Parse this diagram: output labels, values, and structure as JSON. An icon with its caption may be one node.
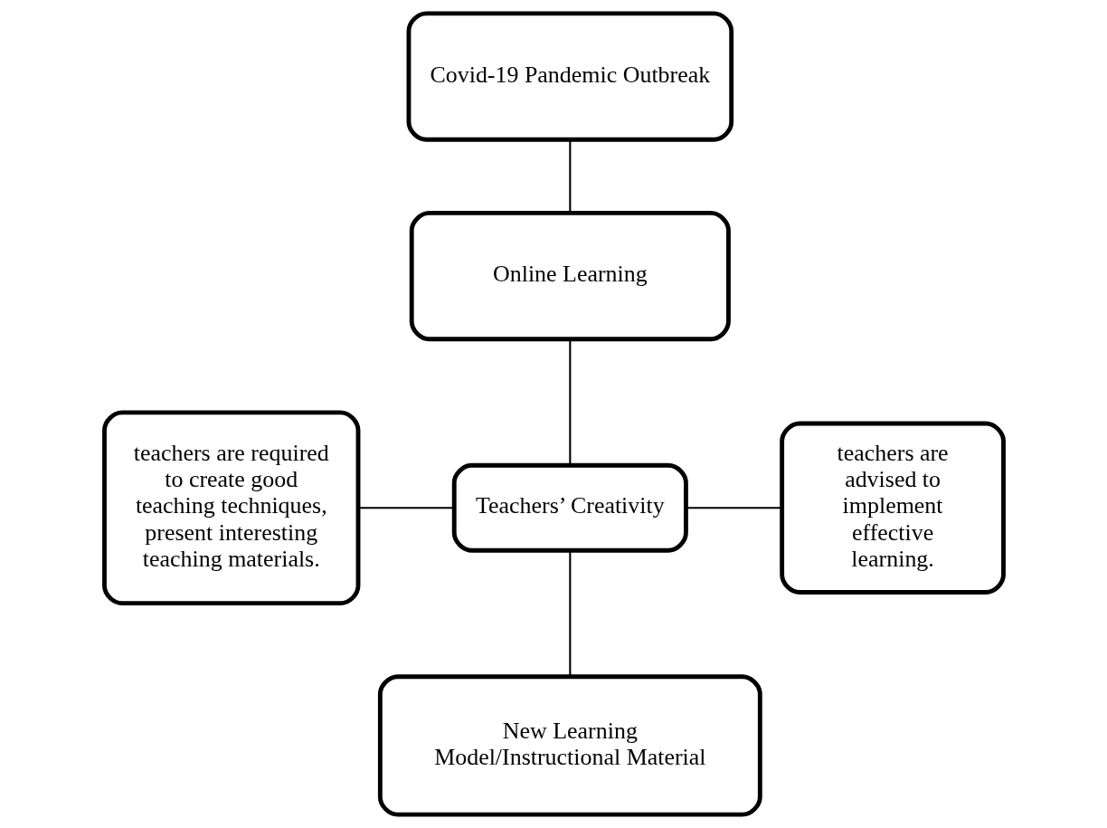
{
  "diagram": {
    "nodes": [
      {
        "text": [
          "Covid-19 Pandemic Outbreak"
        ]
      },
      {
        "text": [
          "Online Learning"
        ]
      },
      {
        "text": [
          "teachers are required to create good teaching techniques, present interesting teaching materials."
        ]
      },
      {
        "text": [
          "Teachers’ Creativity"
        ]
      },
      {
        "text": [
          "teachers are advised to implement effective learning."
        ]
      },
      {
        "text": [
          "New Learning Model/Instructional Material"
        ]
      }
    ],
    "edges": [
      {
        "from": 0,
        "to": 1,
        "arrow": "none"
      },
      {
        "from": 1,
        "to": 3,
        "arrow": "none"
      },
      {
        "from": 3,
        "to": 2,
        "arrow": "none"
      },
      {
        "from": 3,
        "to": 4,
        "arrow": "none"
      },
      {
        "from": 3,
        "to": 5,
        "arrow": "none"
      }
    ]
  }
}
